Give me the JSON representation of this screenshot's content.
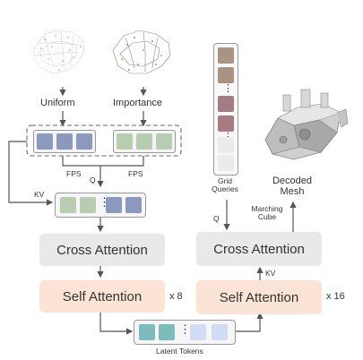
{
  "labels": {
    "uniform": "Uniform",
    "importance": "Importance",
    "fps_left": "FPS",
    "fps_right": "FPS",
    "q_left": "Q",
    "kv_left": "KV",
    "cross_attention_left": "Cross Attention",
    "self_attention_left": "Self Attention",
    "x8": "x 8",
    "latent_tokens": "Latent Tokens",
    "grid_queries": "Grid\nQueries",
    "decoded_mesh": "Decoded\nMesh",
    "marching_cube": "Marching\nCube",
    "q_right": "Q",
    "cross_attention_right": "Cross Attention",
    "kv_right": "KV",
    "self_attention_right": "Self Attention",
    "x16": "x 16",
    "dots": "⋮"
  },
  "colors": {
    "uniform_token": "#8b99bf",
    "importance_token": "#b8cdb0",
    "latent_teal": "#7cbcbc",
    "latent_lightblue": "#d3dcf5",
    "grid_brown": "#a89480",
    "grid_mauve": "#a67b84",
    "grid_light": "#ebebeb",
    "cross_block": "#e9e9e9",
    "self_block": "#fbe4d6",
    "arrow": "#555555"
  }
}
